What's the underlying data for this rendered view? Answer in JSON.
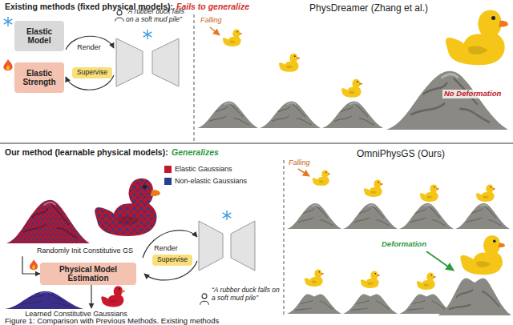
{
  "diagram": {
    "caption": "Figure 1: Comparison with Previous Methods. Existing methods",
    "nodes": [
      {
        "text": [
          "Elastic Model"
        ]
      },
      {
        "text": [
          "Elastic Strength"
        ]
      },
      {
        "text": [
          "Supervise"
        ]
      },
      {
        "text": [
          "Randomly Init Constitutive GS"
        ]
      },
      {
        "text": [
          "Physical Model Estimation"
        ]
      },
      {
        "text": [
          "Supervise"
        ]
      },
      {
        "text": [
          "Learned Constitutive Gaussians"
        ]
      }
    ],
    "edges": [
      {
        "from": 3,
        "to": 4,
        "arrow": "to"
      },
      {
        "from": 4,
        "to": 6,
        "arrow": "to"
      }
    ],
    "labels": [
      "Existing methods (fixed physical models):",
      "Fails to generalize",
      "Render",
      "“A rubber duck falls on a soft mud pile”",
      "PhysDreamer (Zhang et al.)",
      "Falling",
      "No Deformation",
      "Our method (learnable physical models):",
      "Generalizes",
      "Render",
      "“A rubber duck falls on a soft mud pile”",
      "OmniPhysGS (Ours)",
      "Falling",
      "Deformation"
    ],
    "legend": [
      {
        "text": "Elastic Gaussians",
        "color": "#c0172b"
      },
      {
        "text": "Non-elastic Gaussians",
        "color": "#24408e"
      }
    ]
  }
}
